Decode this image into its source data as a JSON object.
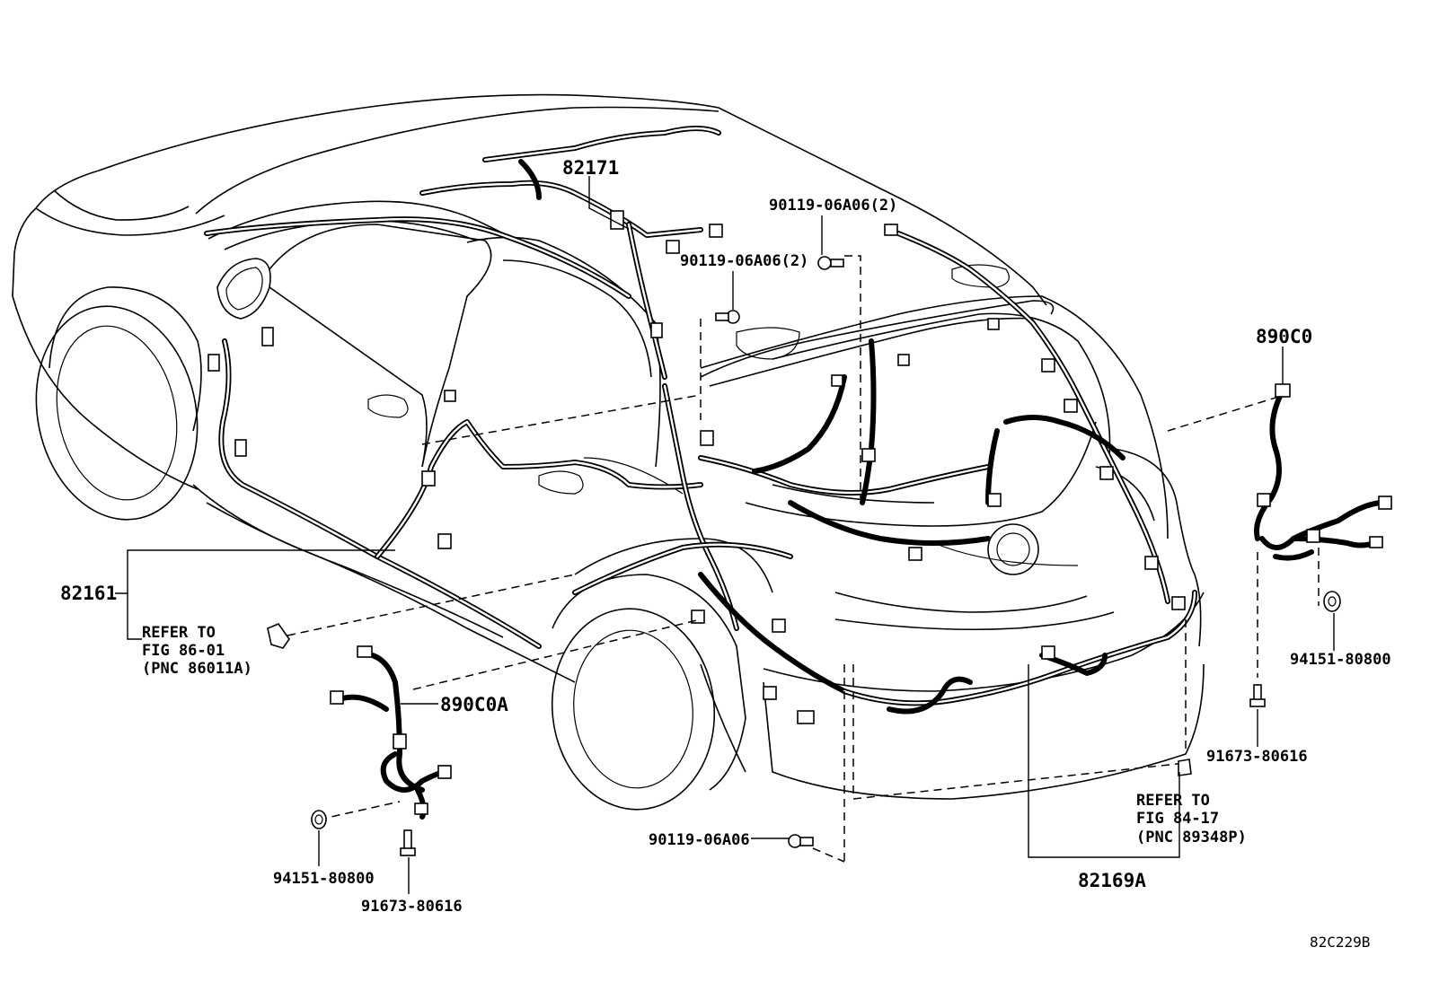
{
  "diagram": {
    "code": "82C229B",
    "callouts": {
      "harness_roof": "82171",
      "bolt_top_1": "90119-06A06(2)",
      "bolt_top_2": "90119-06A06(2)",
      "harness_floor": "82161",
      "refer_left_line1": "REFER TO",
      "refer_left_line2": "FIG 86-01",
      "refer_left_line3": "(PNC 86011A)",
      "sensor_left": "890C0A",
      "clip_left": "94151-80800",
      "bolt_left": "91673-80616",
      "bolt_bottom": "90119-06A06",
      "harness_rear": "82169A",
      "refer_right_line1": "REFER TO",
      "refer_right_line2": "FIG 84-17",
      "refer_right_line3": "(PNC 89348P)",
      "sensor_right": "890C0",
      "clip_right": "94151-80800",
      "bolt_right": "91673-80616"
    }
  }
}
